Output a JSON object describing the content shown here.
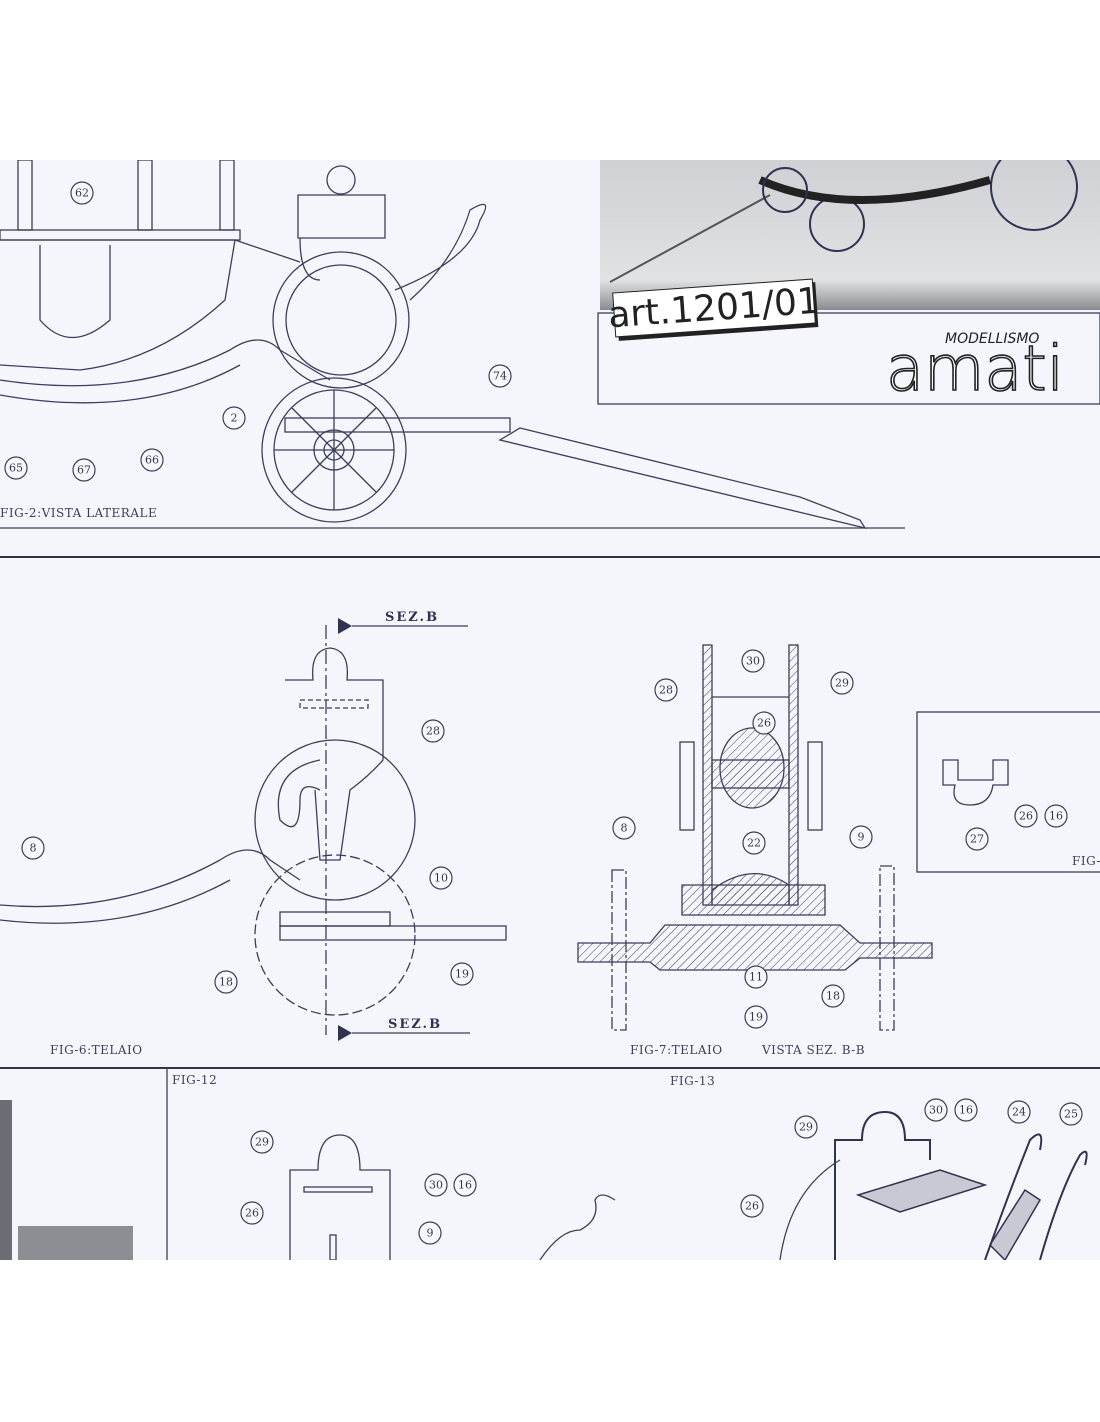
{
  "brand": {
    "line": "MODELLISMO",
    "name": "amati",
    "article": "art.1201/01"
  },
  "labels": {
    "fig2": "FIG-2:VISTA LATERALE",
    "sez_b_top": "SEZ.B",
    "sez_b_bottom": "SEZ.B",
    "fig6": "FIG-6:TELAIO",
    "fig7": "FIG-7:TELAIO",
    "fig7_view": "VISTA SEZ. B-B",
    "fig12": "FIG-12",
    "fig13": "FIG-13",
    "fig_inset": "FIG-"
  },
  "callouts": {
    "fig2": [
      "62",
      "65",
      "67",
      "66",
      "2",
      "74"
    ],
    "fig6": [
      "28",
      "8",
      "10",
      "19",
      "18"
    ],
    "fig7": [
      "30",
      "28",
      "29",
      "26",
      "8",
      "9",
      "22",
      "11",
      "18",
      "19"
    ],
    "inset": [
      "27",
      "26",
      "16"
    ],
    "fig12": [
      "29",
      "30",
      "16",
      "26",
      "9"
    ],
    "fig13": [
      "29",
      "30",
      "16",
      "24",
      "25",
      "26"
    ]
  },
  "colors": {
    "ink": "#3b3e5c",
    "paper": "#f5f6fb"
  }
}
